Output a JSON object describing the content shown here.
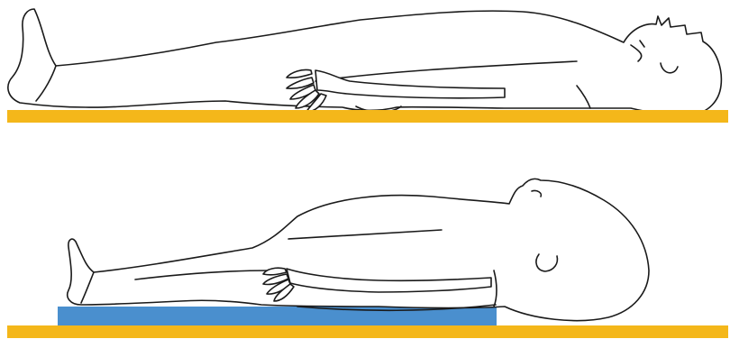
{
  "colors": {
    "surface": "#f4b71a",
    "padding": "#4a8fce",
    "outline": "#1a1a1a",
    "background": "#ffffff"
  },
  "panels": [
    {
      "figure": "adult-lying-supine",
      "support": "flat-surface"
    },
    {
      "figure": "infant-lying-supine",
      "support": "padding-under-torso-on-flat-surface"
    }
  ]
}
